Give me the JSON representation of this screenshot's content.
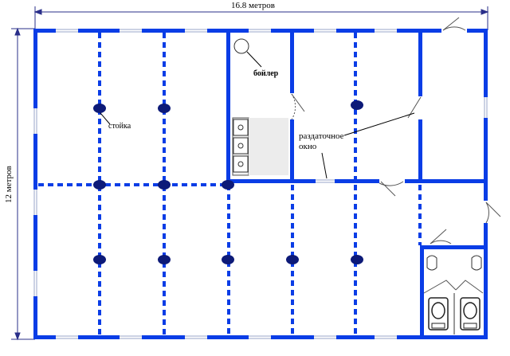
{
  "dimensions": {
    "width_label": "16.8 метров",
    "height_label": "12 метров"
  },
  "labels": {
    "boiler": "бойлер",
    "column": "стойка",
    "serving_window_line1": "раздаточное",
    "serving_window_line2": "окно"
  },
  "colors": {
    "wall": "#0a3de6",
    "column_dot": "#0d1a78",
    "dimension_line": "#2a2f8a",
    "fixture": "#222222"
  }
}
